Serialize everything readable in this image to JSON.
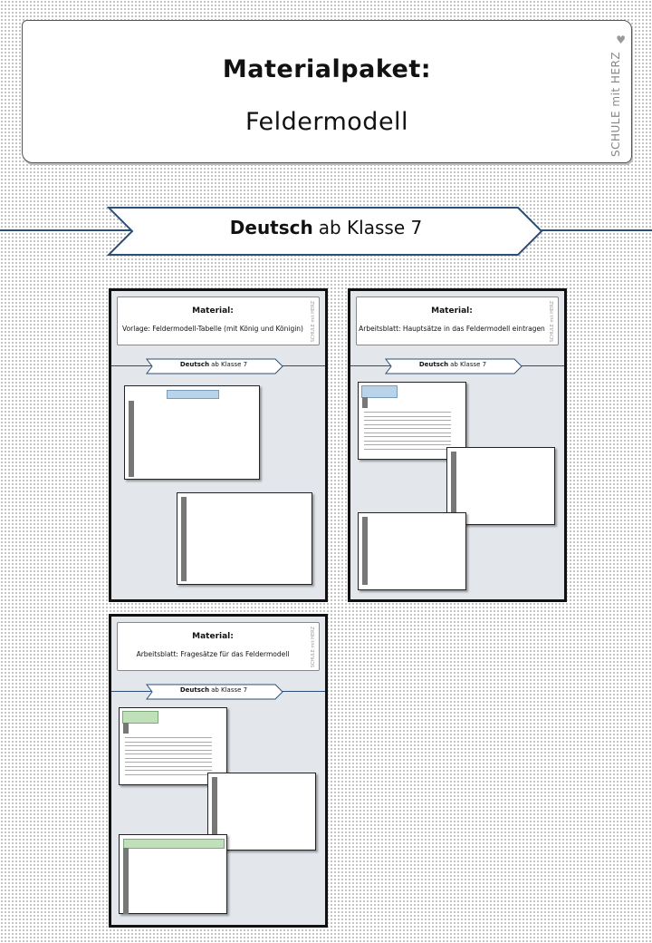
{
  "header": {
    "title": "Materialpaket:",
    "subtitle": "Feldermodell",
    "brand": "SCHULE mit HERZ"
  },
  "banner": {
    "subject": "Deutsch",
    "level": "ab Klasse 7"
  },
  "previews": [
    {
      "card_title": "Material:",
      "card_subtitle": "Vorlage: Feldermodell-Tabelle (mit König und Königin)",
      "brand": "SCHULE mit HERZ",
      "banner_subject": "Deutsch",
      "banner_level": "ab Klasse 7"
    },
    {
      "card_title": "Material:",
      "card_subtitle": "Arbeitsblatt: Hauptsätze in das Feldermodell eintragen",
      "brand": "SCHULE mit HERZ",
      "banner_subject": "Deutsch",
      "banner_level": "ab Klasse 7"
    },
    {
      "card_title": "Material:",
      "card_subtitle": "Arbeitsblatt: Fragesätze für das Feldermodell",
      "brand": "SCHULE mit HERZ",
      "banner_subject": "Deutsch",
      "banner_level": "ab Klasse 7"
    }
  ],
  "colors": {
    "accent": "#2c4f77",
    "table_head_blue": "#b9d4ea",
    "table_head_green": "#bfe0b8",
    "preview_bg": "#e3e7ec"
  }
}
